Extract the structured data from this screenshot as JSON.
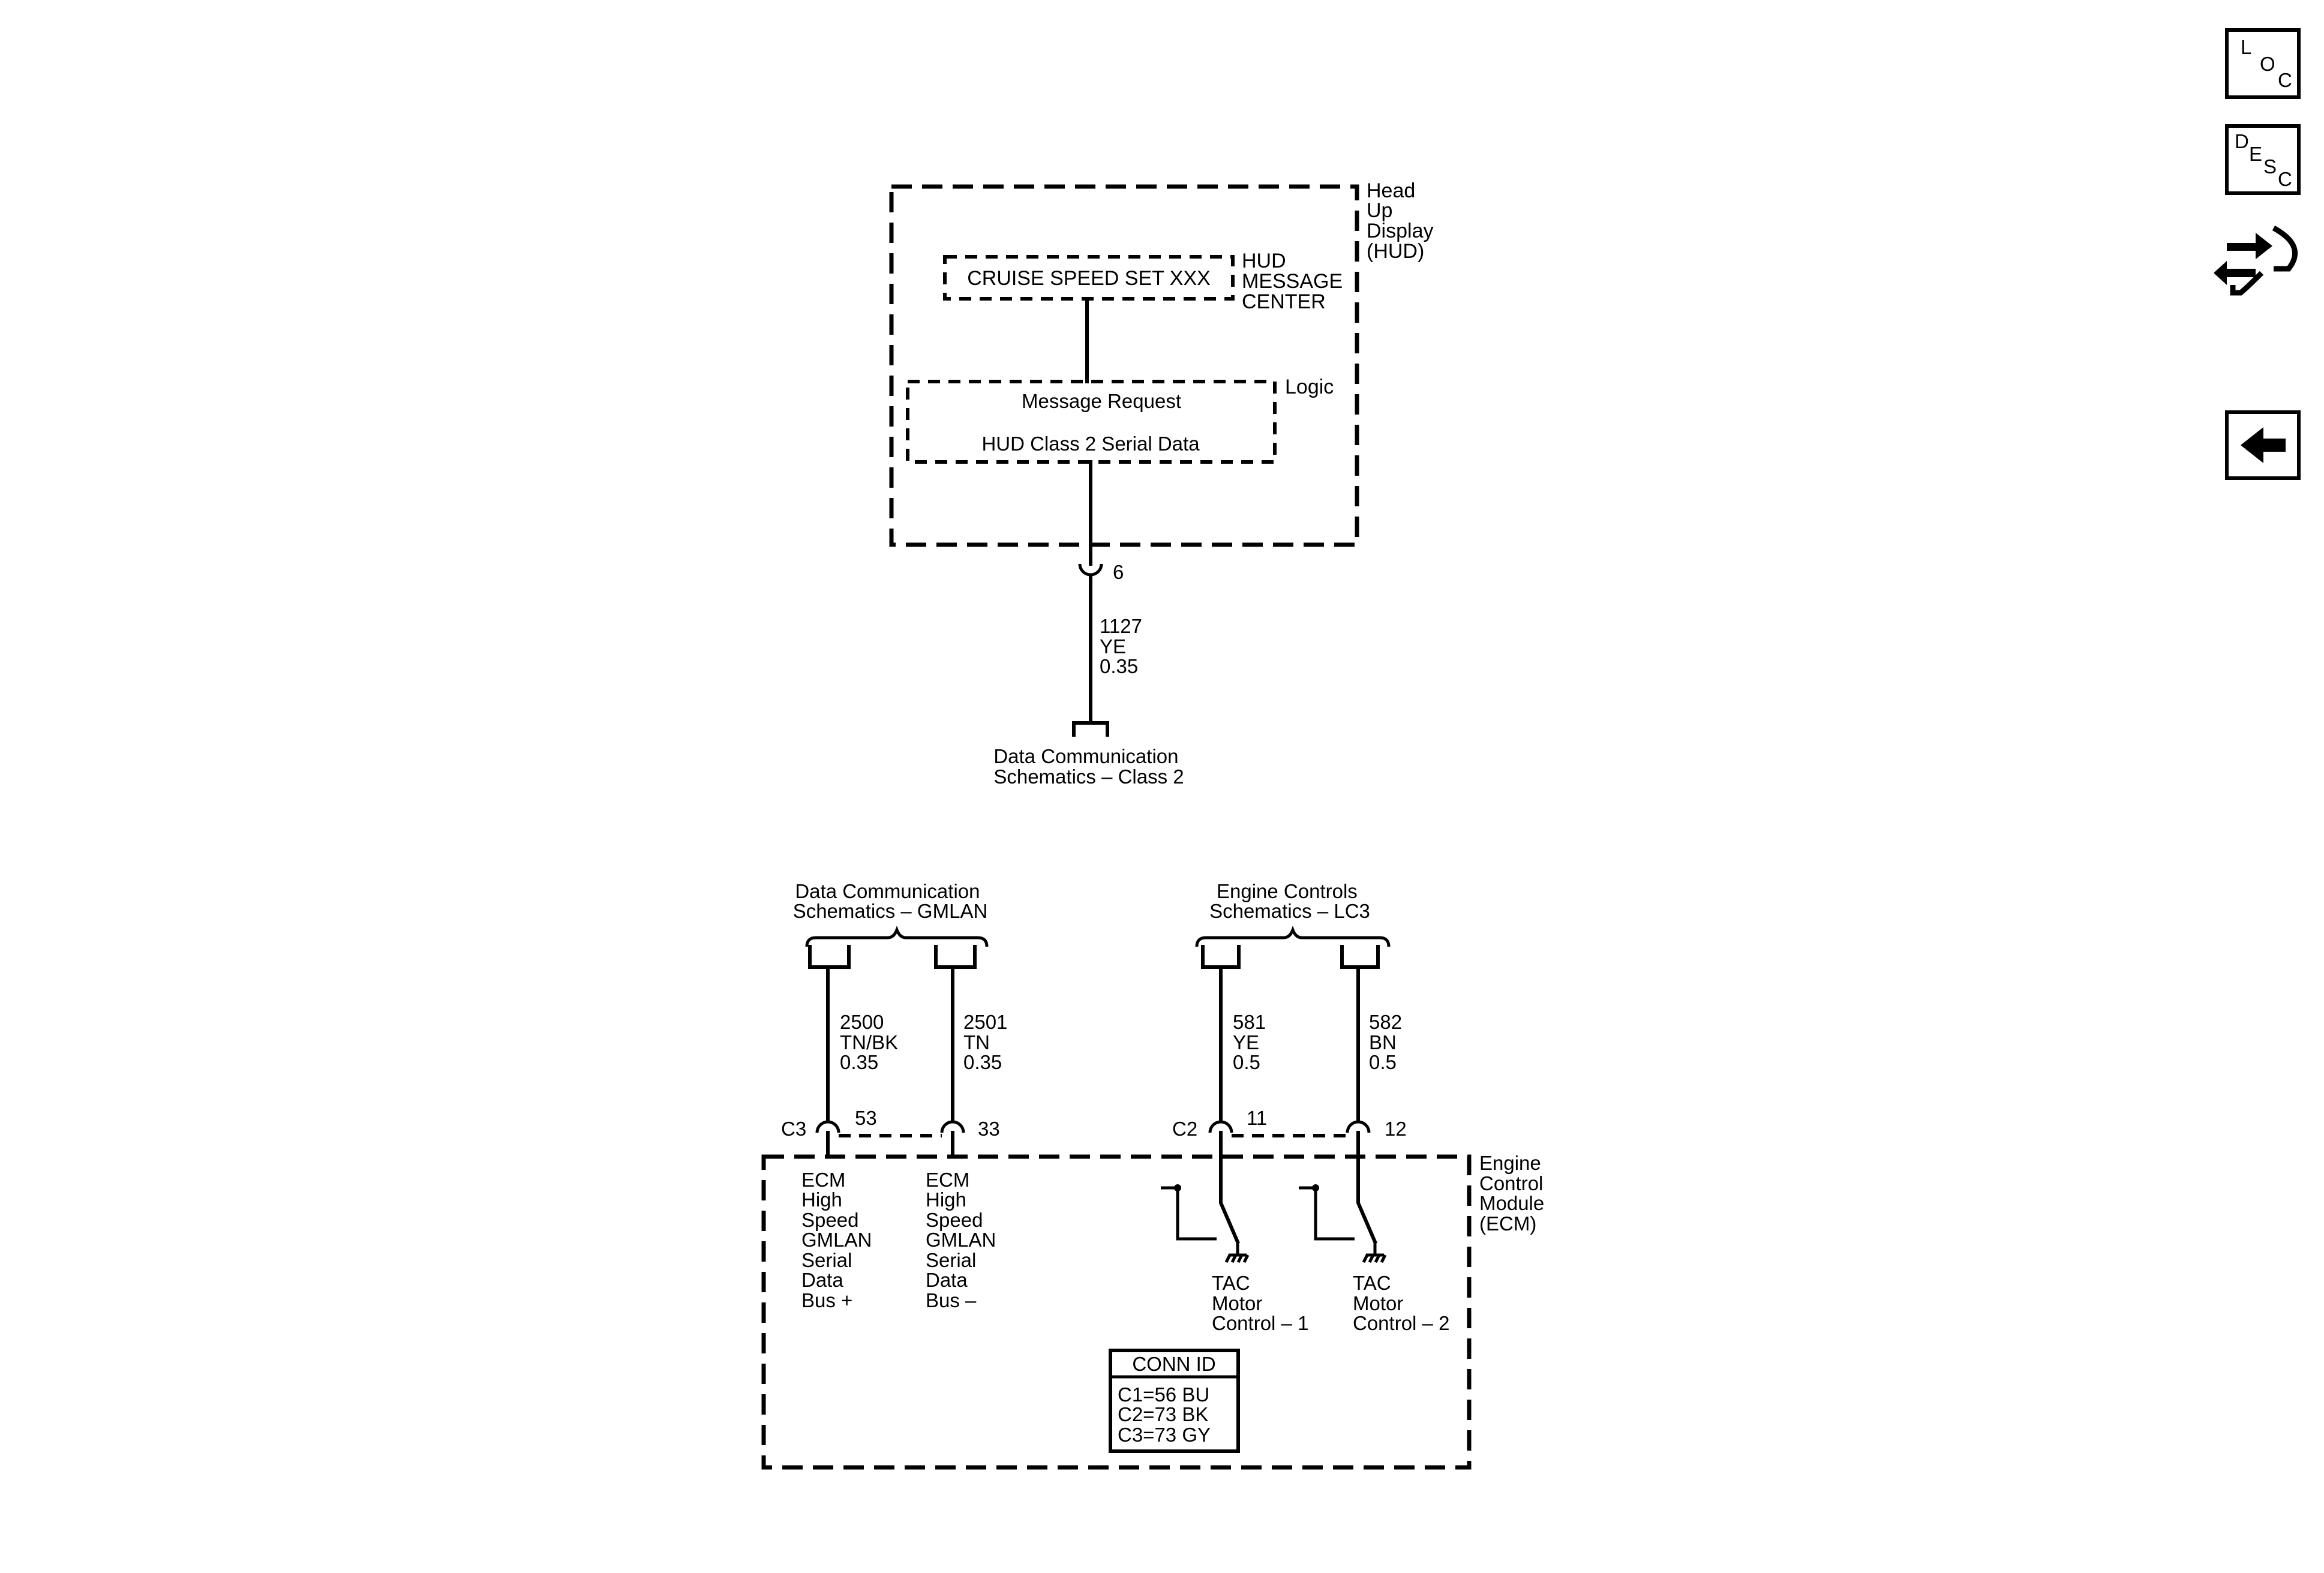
{
  "hud": {
    "title": [
      "Head",
      "Up",
      "Display",
      "(HUD)"
    ],
    "message_center": {
      "text": "CRUISE SPEED SET XXX",
      "label": [
        "HUD",
        "MESSAGE",
        "CENTER"
      ]
    },
    "logic": {
      "label": "Logic",
      "line1": "Message Request",
      "line2": "HUD Class 2 Serial Data"
    },
    "pin": "6",
    "wire": [
      "1127",
      "YE",
      "0.35"
    ],
    "ref": [
      "Data Communication",
      "Schematics – Class 2"
    ]
  },
  "gmlan": {
    "ref": [
      "Data Communication",
      "Schematics – GMLAN"
    ],
    "wire_left": [
      "2500",
      "TN/BK",
      "0.35"
    ],
    "wire_right": [
      "2501",
      "TN",
      "0.35"
    ],
    "connector": "C3",
    "pin_left": "53",
    "pin_right": "33"
  },
  "engine": {
    "ref": [
      "Engine Controls",
      "Schematics – LC3"
    ],
    "wire_left": [
      "581",
      "YE",
      "0.5"
    ],
    "wire_right": [
      "582",
      "BN",
      "0.5"
    ],
    "connector": "C2",
    "pin_left": "11",
    "pin_right": "12"
  },
  "ecm": {
    "title": [
      "Engine",
      "Control",
      "Module",
      "(ECM)"
    ],
    "bus_plus": [
      "ECM",
      "High",
      "Speed",
      "GMLAN",
      "Serial",
      "Data",
      "Bus +"
    ],
    "bus_minus": [
      "ECM",
      "High",
      "Speed",
      "GMLAN",
      "Serial",
      "Data",
      "Bus –"
    ],
    "tac1": [
      "TAC",
      "Motor",
      "Control – 1"
    ],
    "tac2": [
      "TAC",
      "Motor",
      "Control – 2"
    ],
    "conn_id": {
      "header": "CONN ID",
      "rows": [
        "C1=56 BU",
        "C2=73 BK",
        "C3=73 GY"
      ]
    }
  },
  "nav": {
    "loc": [
      "L",
      "O",
      "C"
    ],
    "desc": [
      "D",
      "E",
      "S",
      "C"
    ],
    "icons": [
      "connector-end-view-icon",
      "back-arrow-icon"
    ]
  }
}
